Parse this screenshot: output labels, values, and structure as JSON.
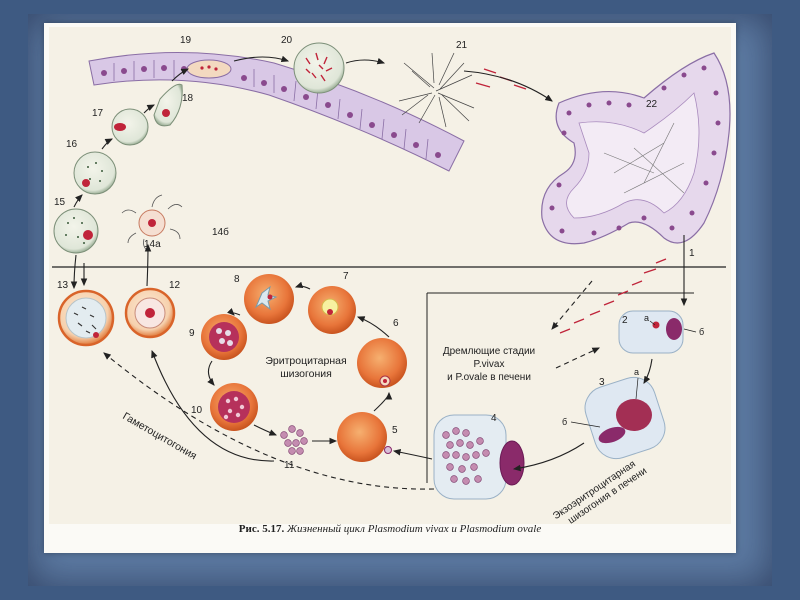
{
  "figure": {
    "caption_label": "Рис. 5.17.",
    "caption_text": "Жизненный цикл Plasmodium vivax и Plasmodium ovale"
  },
  "stage_numbers": {
    "n1": "1",
    "n2": "2",
    "n3": "3",
    "n4": "4",
    "n5": "5",
    "n6": "6",
    "n7": "7",
    "n8": "8",
    "n9": "9",
    "n10": "10",
    "n11": "11",
    "n12": "12",
    "n13": "13",
    "n14a": "14а",
    "n14b": "14б",
    "n15": "15",
    "n16": "16",
    "n17": "17",
    "n18": "18",
    "n19": "19",
    "n20": "20",
    "n21": "21",
    "n22": "22"
  },
  "part_letters": {
    "a2": "а",
    "b2": "б",
    "a3": "а",
    "b3": "б"
  },
  "annotations": {
    "erythro_line1": "Эритроцитарная",
    "erythro_line2": "шизогония",
    "dormant_line1": "Дремлющие стадии",
    "dormant_line2": "P.vivax",
    "dormant_line3": "и P.ovale в печени",
    "gametocytogony": "Гаметоцитогония",
    "exo_line1": "Экзоэритроцитарная",
    "exo_line2": "шизогония в печени"
  },
  "colors": {
    "erythrocyte": "#e8753a",
    "erythrocyte_light": "#f2a062",
    "parasite": "#c0243a",
    "nucleus": "#8a2a6a",
    "tissue": "#b79ac8",
    "ink": "#222222"
  }
}
